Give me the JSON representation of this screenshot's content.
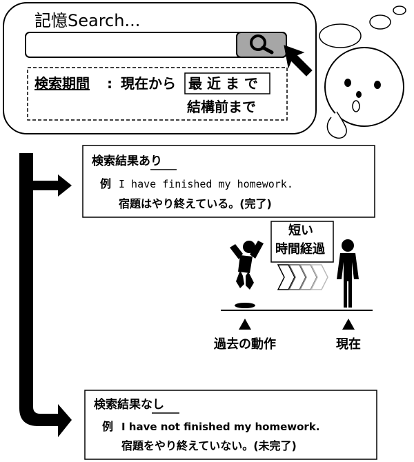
{
  "search_panel": {
    "title": "記憶Search...",
    "search_input_value": "",
    "search_button_icon": "search-icon",
    "period_label": "検索期間",
    "period_separator": ":",
    "period_from": "現在から",
    "period_recent": "最 近 ま で",
    "period_long_ago": "結構前まで"
  },
  "thinking_character": {
    "icon": "thinking-face-icon"
  },
  "result_found": {
    "heading_prefix": "検索結果",
    "heading_suffix": "あり",
    "example_label": "例",
    "example_en": "I have finished my homework.",
    "example_ja": "宿題はやり終えている。(完了)"
  },
  "timeline": {
    "short_time_line1": "短い",
    "short_time_line2": "時間経過",
    "past_action_label": "過去の動作",
    "present_label": "現在",
    "jumping_figure_icon": "jumping-person-icon",
    "standing_figure_icon": "standing-person-icon"
  },
  "result_not_found": {
    "heading_prefix": "検索結果",
    "heading_suffix": "なし",
    "example_label": "例",
    "example_en": "I have not finished my homework.",
    "example_ja": "宿題をやり終えていない。(未完了)"
  }
}
